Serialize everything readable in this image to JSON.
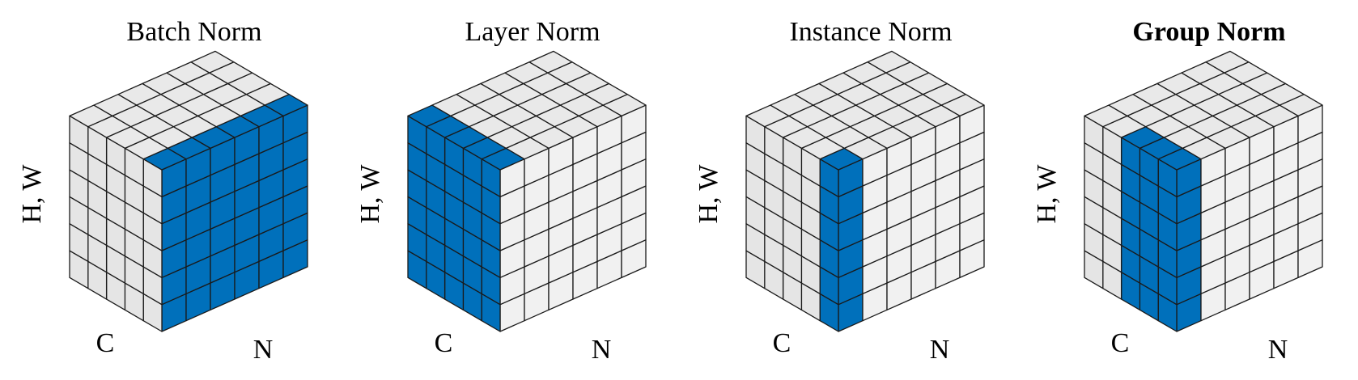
{
  "colors": {
    "highlight": "#0070bb",
    "front": "#f1f1f1",
    "side": "#e5e5e5",
    "top": "#e9e9e9",
    "edge": "#1a1a1a"
  },
  "axes": {
    "vertical": "H, W",
    "left": "C",
    "right": "N"
  },
  "grid": {
    "front_cols": 6,
    "side_cols": 5,
    "rows": 6
  },
  "panels": [
    {
      "title": "Batch Norm",
      "title_bold": false,
      "highlight": {
        "face": "N",
        "index": 0
      }
    },
    {
      "title": "Layer Norm",
      "title_bold": false,
      "highlight": {
        "face": "C",
        "index": 4
      }
    },
    {
      "title": "Instance Norm",
      "title_bold": false,
      "highlight": {
        "face": "CN",
        "c": 0,
        "n": 0
      }
    },
    {
      "title": "Group Norm",
      "title_bold": true,
      "highlight": {
        "face": "CN",
        "c": 2,
        "n": 0
      }
    }
  ]
}
